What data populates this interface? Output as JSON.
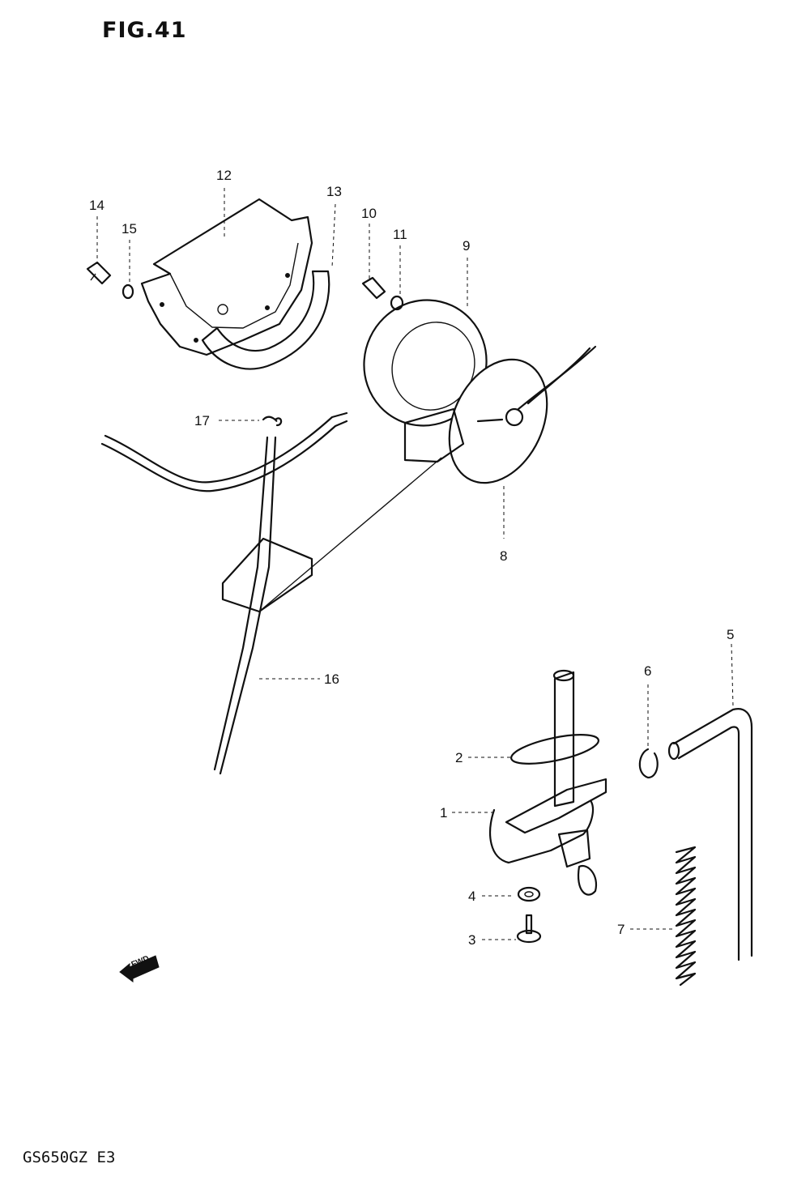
{
  "figure": {
    "title": "FIG.41",
    "model_code": "GS650GZ E3",
    "fwd_label": "FWD"
  },
  "parts": [
    {
      "id": "1",
      "label": "1",
      "icon": "fuel-cock-icon"
    },
    {
      "id": "2",
      "label": "2",
      "icon": "o-ring-icon"
    },
    {
      "id": "3",
      "label": "3",
      "icon": "screw-icon"
    },
    {
      "id": "4",
      "label": "4",
      "icon": "washer-icon"
    },
    {
      "id": "5",
      "label": "5",
      "icon": "fuel-hose-icon"
    },
    {
      "id": "6",
      "label": "6",
      "icon": "clip-icon"
    },
    {
      "id": "7",
      "label": "7",
      "icon": "spring-icon"
    },
    {
      "id": "8",
      "label": "8",
      "icon": "fuel-gauge-plate-icon"
    },
    {
      "id": "9",
      "label": "9",
      "icon": "gasket-icon"
    },
    {
      "id": "10",
      "label": "10",
      "icon": "screw-icon"
    },
    {
      "id": "11",
      "label": "11",
      "icon": "washer-icon"
    },
    {
      "id": "12",
      "label": "12",
      "icon": "cover-icon"
    },
    {
      "id": "13",
      "label": "13",
      "icon": "cushion-icon"
    },
    {
      "id": "14",
      "label": "14",
      "icon": "screw-icon"
    },
    {
      "id": "15",
      "label": "15",
      "icon": "washer-icon"
    },
    {
      "id": "16",
      "label": "16",
      "icon": "wiring-harness-icon"
    },
    {
      "id": "17",
      "label": "17",
      "icon": "clamp-icon"
    }
  ]
}
